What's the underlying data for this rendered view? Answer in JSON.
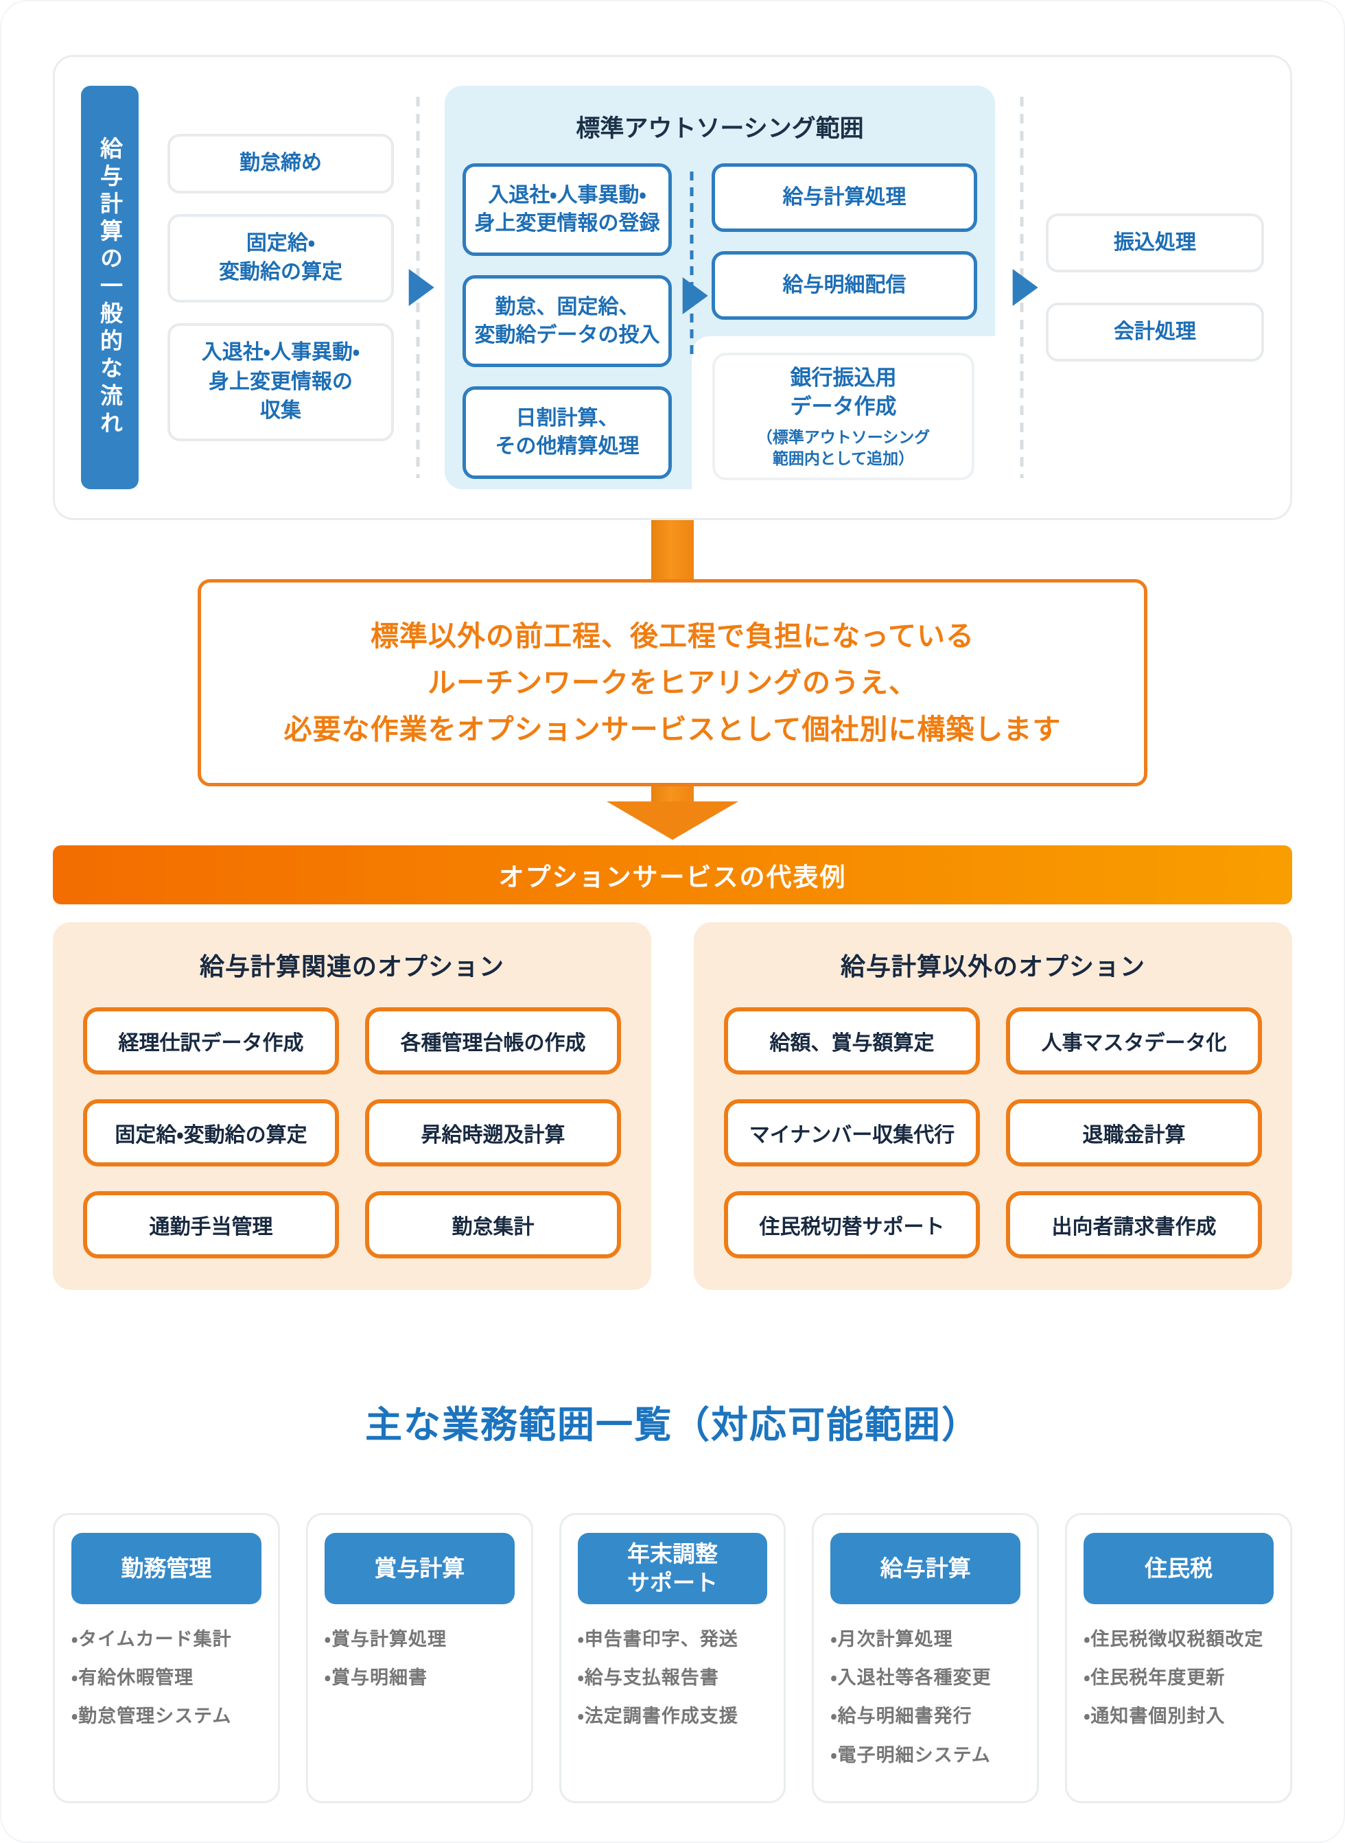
{
  "flow": {
    "sidebar_label": "給与計算の一般的な流れ",
    "pre_steps": [
      "勤怠締め",
      "固定給・\n変動給の算定",
      "入退社・人事異動・\n身上変更情報の\n収集"
    ],
    "standard_scope": {
      "title": "標準アウトソーシング範囲",
      "input_steps": [
        "入退社・人事異動・\n身上変更情報の登録",
        "勤怠、固定給、\n変動給データの投入",
        "日割計算、\nその他精算処理"
      ],
      "output_steps": [
        "給与計算処理",
        "給与明細配信"
      ],
      "bank_box": {
        "label": "銀行振込用\nデータ作成",
        "note": "（標準アウトソーシング\n範囲内として追加）"
      }
    },
    "post_steps": [
      "振込処理",
      "会計処理"
    ]
  },
  "callout": {
    "text": "標準以外の前工程、後工程で負担になっている\nルーチンワークをヒアリングのうえ、\n必要な作業をオプションサービスとして個社別に構築します"
  },
  "banner": {
    "label": "オプションサービスの代表例"
  },
  "option_panels": [
    {
      "title": "給与計算関連のオプション",
      "items": [
        "経理仕訳データ作成",
        "各種管理台帳の作成",
        "固定給・変動給の算定",
        "昇給時遡及計算",
        "通勤手当管理",
        "勤怠集計"
      ]
    },
    {
      "title": "給与計算以外のオプション",
      "items": [
        "給額、賞与額算定",
        "人事マスタデータ化",
        "マイナンバー収集代行",
        "退職金計算",
        "住民税切替サポート",
        "出向者請求書作成"
      ]
    }
  ],
  "scope_section": {
    "heading": "主な業務範囲一覧（対応可能範囲）",
    "cards": [
      {
        "title": "勤務管理",
        "items": [
          "・タイムカード集計",
          "・有給休暇管理",
          "・勤怠管理システム"
        ]
      },
      {
        "title": "賞与計算",
        "items": [
          "・賞与計算処理",
          "・賞与明細書"
        ]
      },
      {
        "title": "年末調整\nサポート",
        "items": [
          "・申告書印字、発送",
          "・給与支払報告書",
          "・法定調書作成支援"
        ]
      },
      {
        "title": "給与計算",
        "items": [
          "・月次計算処理",
          "・入退社等各種変更",
          "・給与明細書発行",
          "・電子明細システム"
        ]
      },
      {
        "title": "住民税",
        "items": [
          "・住民税徴収税額改定",
          "・住民税年度更新",
          "・通知書個別封入"
        ]
      }
    ]
  },
  "colors": {
    "primary_blue": "#3383c4",
    "box_border_blue": "#2e7dbf",
    "box_text_blue": "#1d6eb5",
    "navy_text": "#182940",
    "light_blue_bg": "#def0f8",
    "gray_border": "#e7ebee",
    "orange": "#ee7c17",
    "orange_text": "#f07d11",
    "banner_gradient_left": "#f36d00",
    "banner_gradient_right": "#f99e00",
    "cream_bg": "#fcebd9",
    "bullet_gray": "#767676",
    "heading_blue": "#1c74bf"
  }
}
